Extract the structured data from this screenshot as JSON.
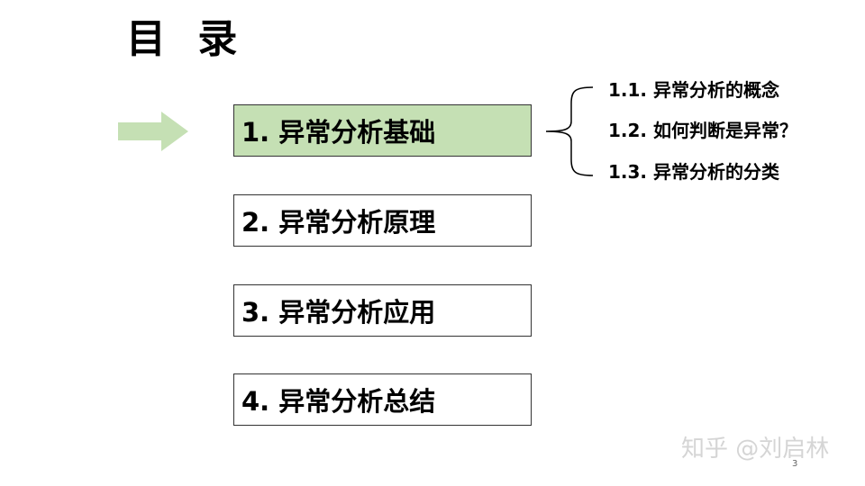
{
  "slide": {
    "title": "目 录",
    "accent_color": "#c5e0b4",
    "pointer": {
      "icon": "right-arrow-icon",
      "color": "#c5e0b4"
    },
    "sections": [
      {
        "label": "1. 异常分析基础",
        "active": true
      },
      {
        "label": "2. 异常分析原理",
        "active": false
      },
      {
        "label": "3. 异常分析应用",
        "active": false
      },
      {
        "label": "4. 异常分析总结",
        "active": false
      }
    ],
    "subsections": {
      "icon": "curly-brace-icon",
      "items": [
        "1.1. 异常分析的概念",
        "1.2. 如何判断是异常？",
        "1.3. 异常分析的分类"
      ]
    },
    "watermark": "知乎 @刘启林",
    "page_number": "3"
  }
}
